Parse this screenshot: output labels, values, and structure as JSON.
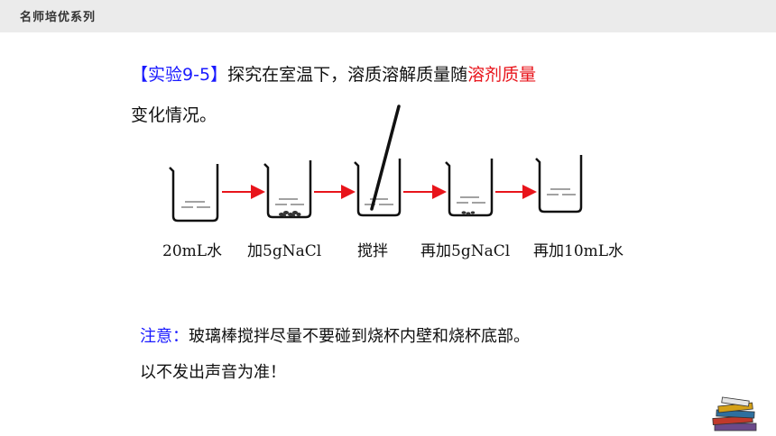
{
  "header": {
    "series_name": "名师培优系列"
  },
  "experiment": {
    "bracket_open": "【",
    "title": "实验9-5",
    "bracket_close": "】",
    "text_a": "探究在室温下，溶质溶解质量随",
    "highlight": "溶剂质量",
    "text_b": "变化情况。"
  },
  "steps": [
    {
      "label": "20mL水"
    },
    {
      "label": "加5gNaCl"
    },
    {
      "label": "搅拌"
    },
    {
      "label": "再加5gNaCl"
    },
    {
      "label": "再加10mL水"
    }
  ],
  "colors": {
    "arrow": "#e8141b",
    "title_blue": "#1a1aff",
    "highlight_red": "#e8141b"
  },
  "note": {
    "label": "注意：",
    "text_a": "玻璃棒搅拌尽量不要碰到烧杯内壁和烧杯底部。",
    "text_b": "以不发出声音为准！"
  },
  "icons": {
    "corner": "book-stack-icon"
  }
}
